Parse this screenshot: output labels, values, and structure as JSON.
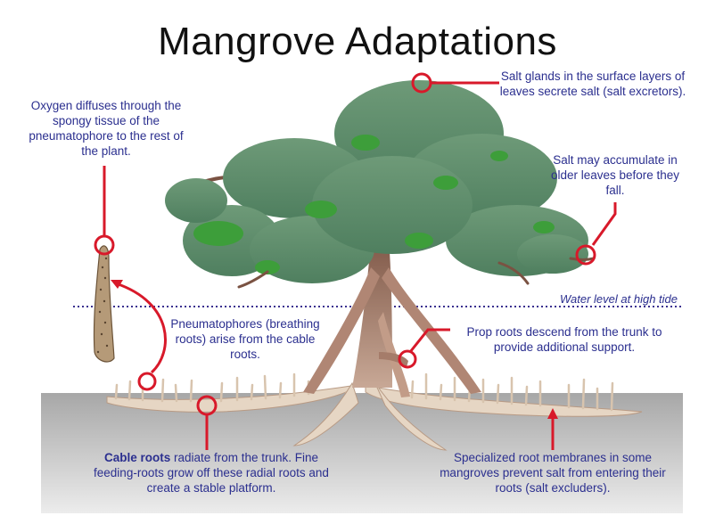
{
  "title": "Mangrove Adaptations",
  "water_level_label": "Water level at high tide",
  "callouts": {
    "oxygen": "Oxygen diffuses through the spongy tissue of the pneumatophore to the rest of the plant.",
    "salt_glands": "Salt glands in the surface layers of leaves secrete salt (salt excretors).",
    "salt_accumulate": "Salt may accumulate in older leaves before they fall.",
    "pneumatophores": "Pneumatophores (breathing roots) arise from the cable roots.",
    "prop_roots": "Prop roots descend from the trunk to provide additional support.",
    "cable_roots_bold": "Cable roots",
    "cable_roots_rest": " radiate from the trunk. Fine feeding-roots grow off these radial roots and create a stable platform.",
    "membranes": "Specialized root membranes in some mangroves prevent salt from entering their roots (salt excluders)."
  },
  "colors": {
    "callout_red": "#d8192a",
    "label_blue": "#2b2f8f",
    "canopy_dark": "#5e9070",
    "canopy_bright": "#3d9e3a",
    "trunk": "#8a6450",
    "root": "#e9dccc",
    "ground_top": "#a9a9a9",
    "ground_bottom": "#e8e8e8",
    "waterline": "#3a2f8f"
  }
}
